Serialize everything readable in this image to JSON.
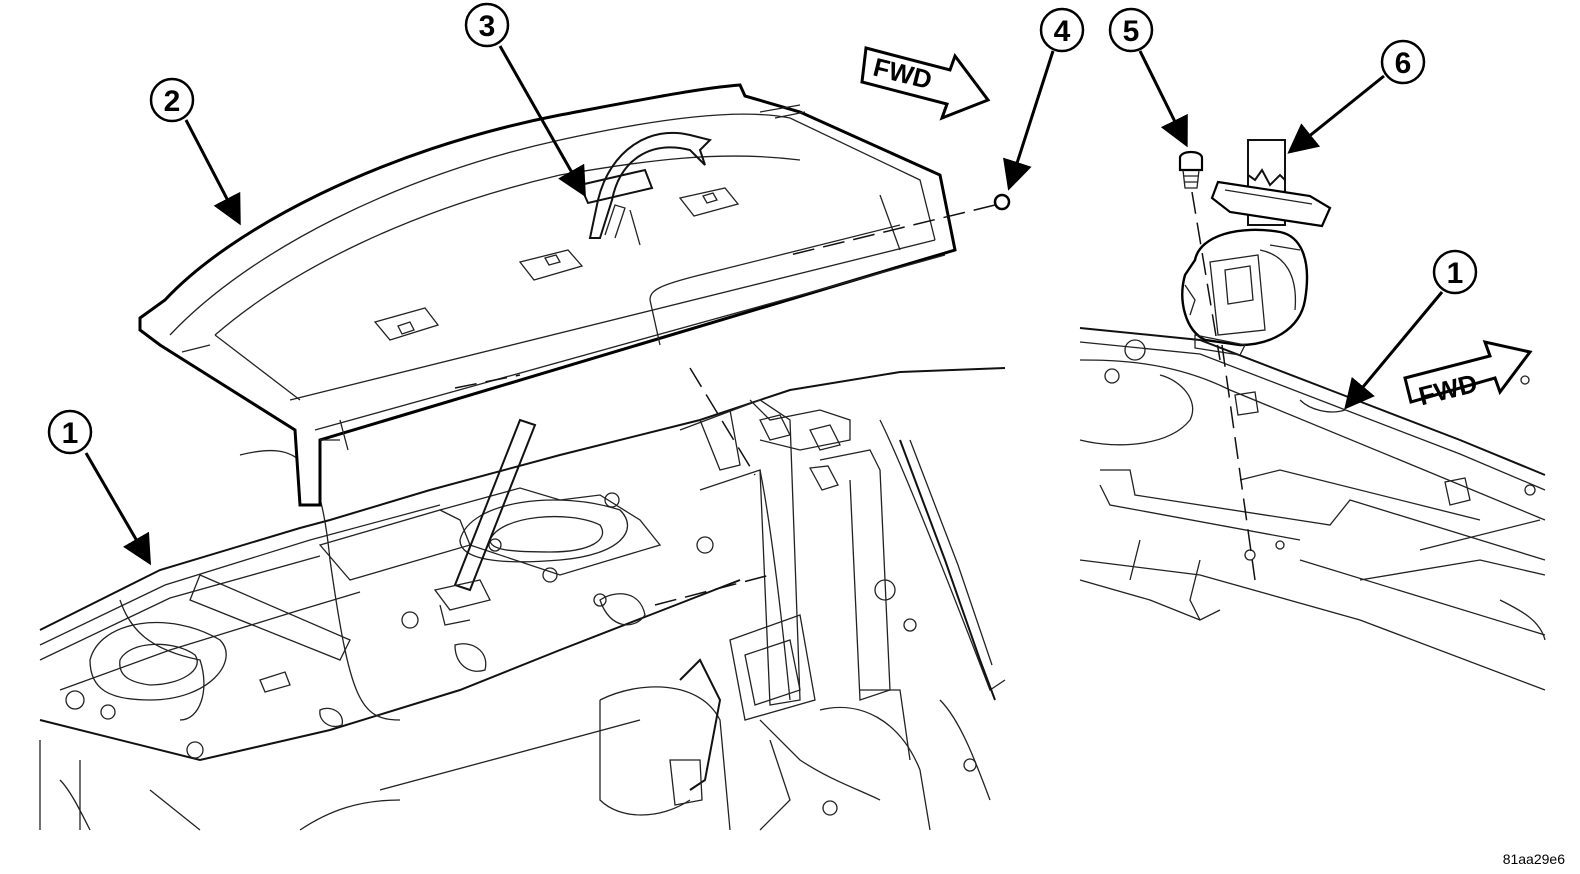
{
  "callouts": {
    "left_1": "1",
    "left_2": "2",
    "left_3": "3",
    "left_4": "4",
    "right_5": "5",
    "right_6": "6",
    "right_1": "1"
  },
  "fwd_label_left": "FWD",
  "fwd_label_right": "FWD",
  "figure_id": "81aa29e6",
  "colors": {
    "line": "#000000",
    "background": "#ffffff"
  }
}
